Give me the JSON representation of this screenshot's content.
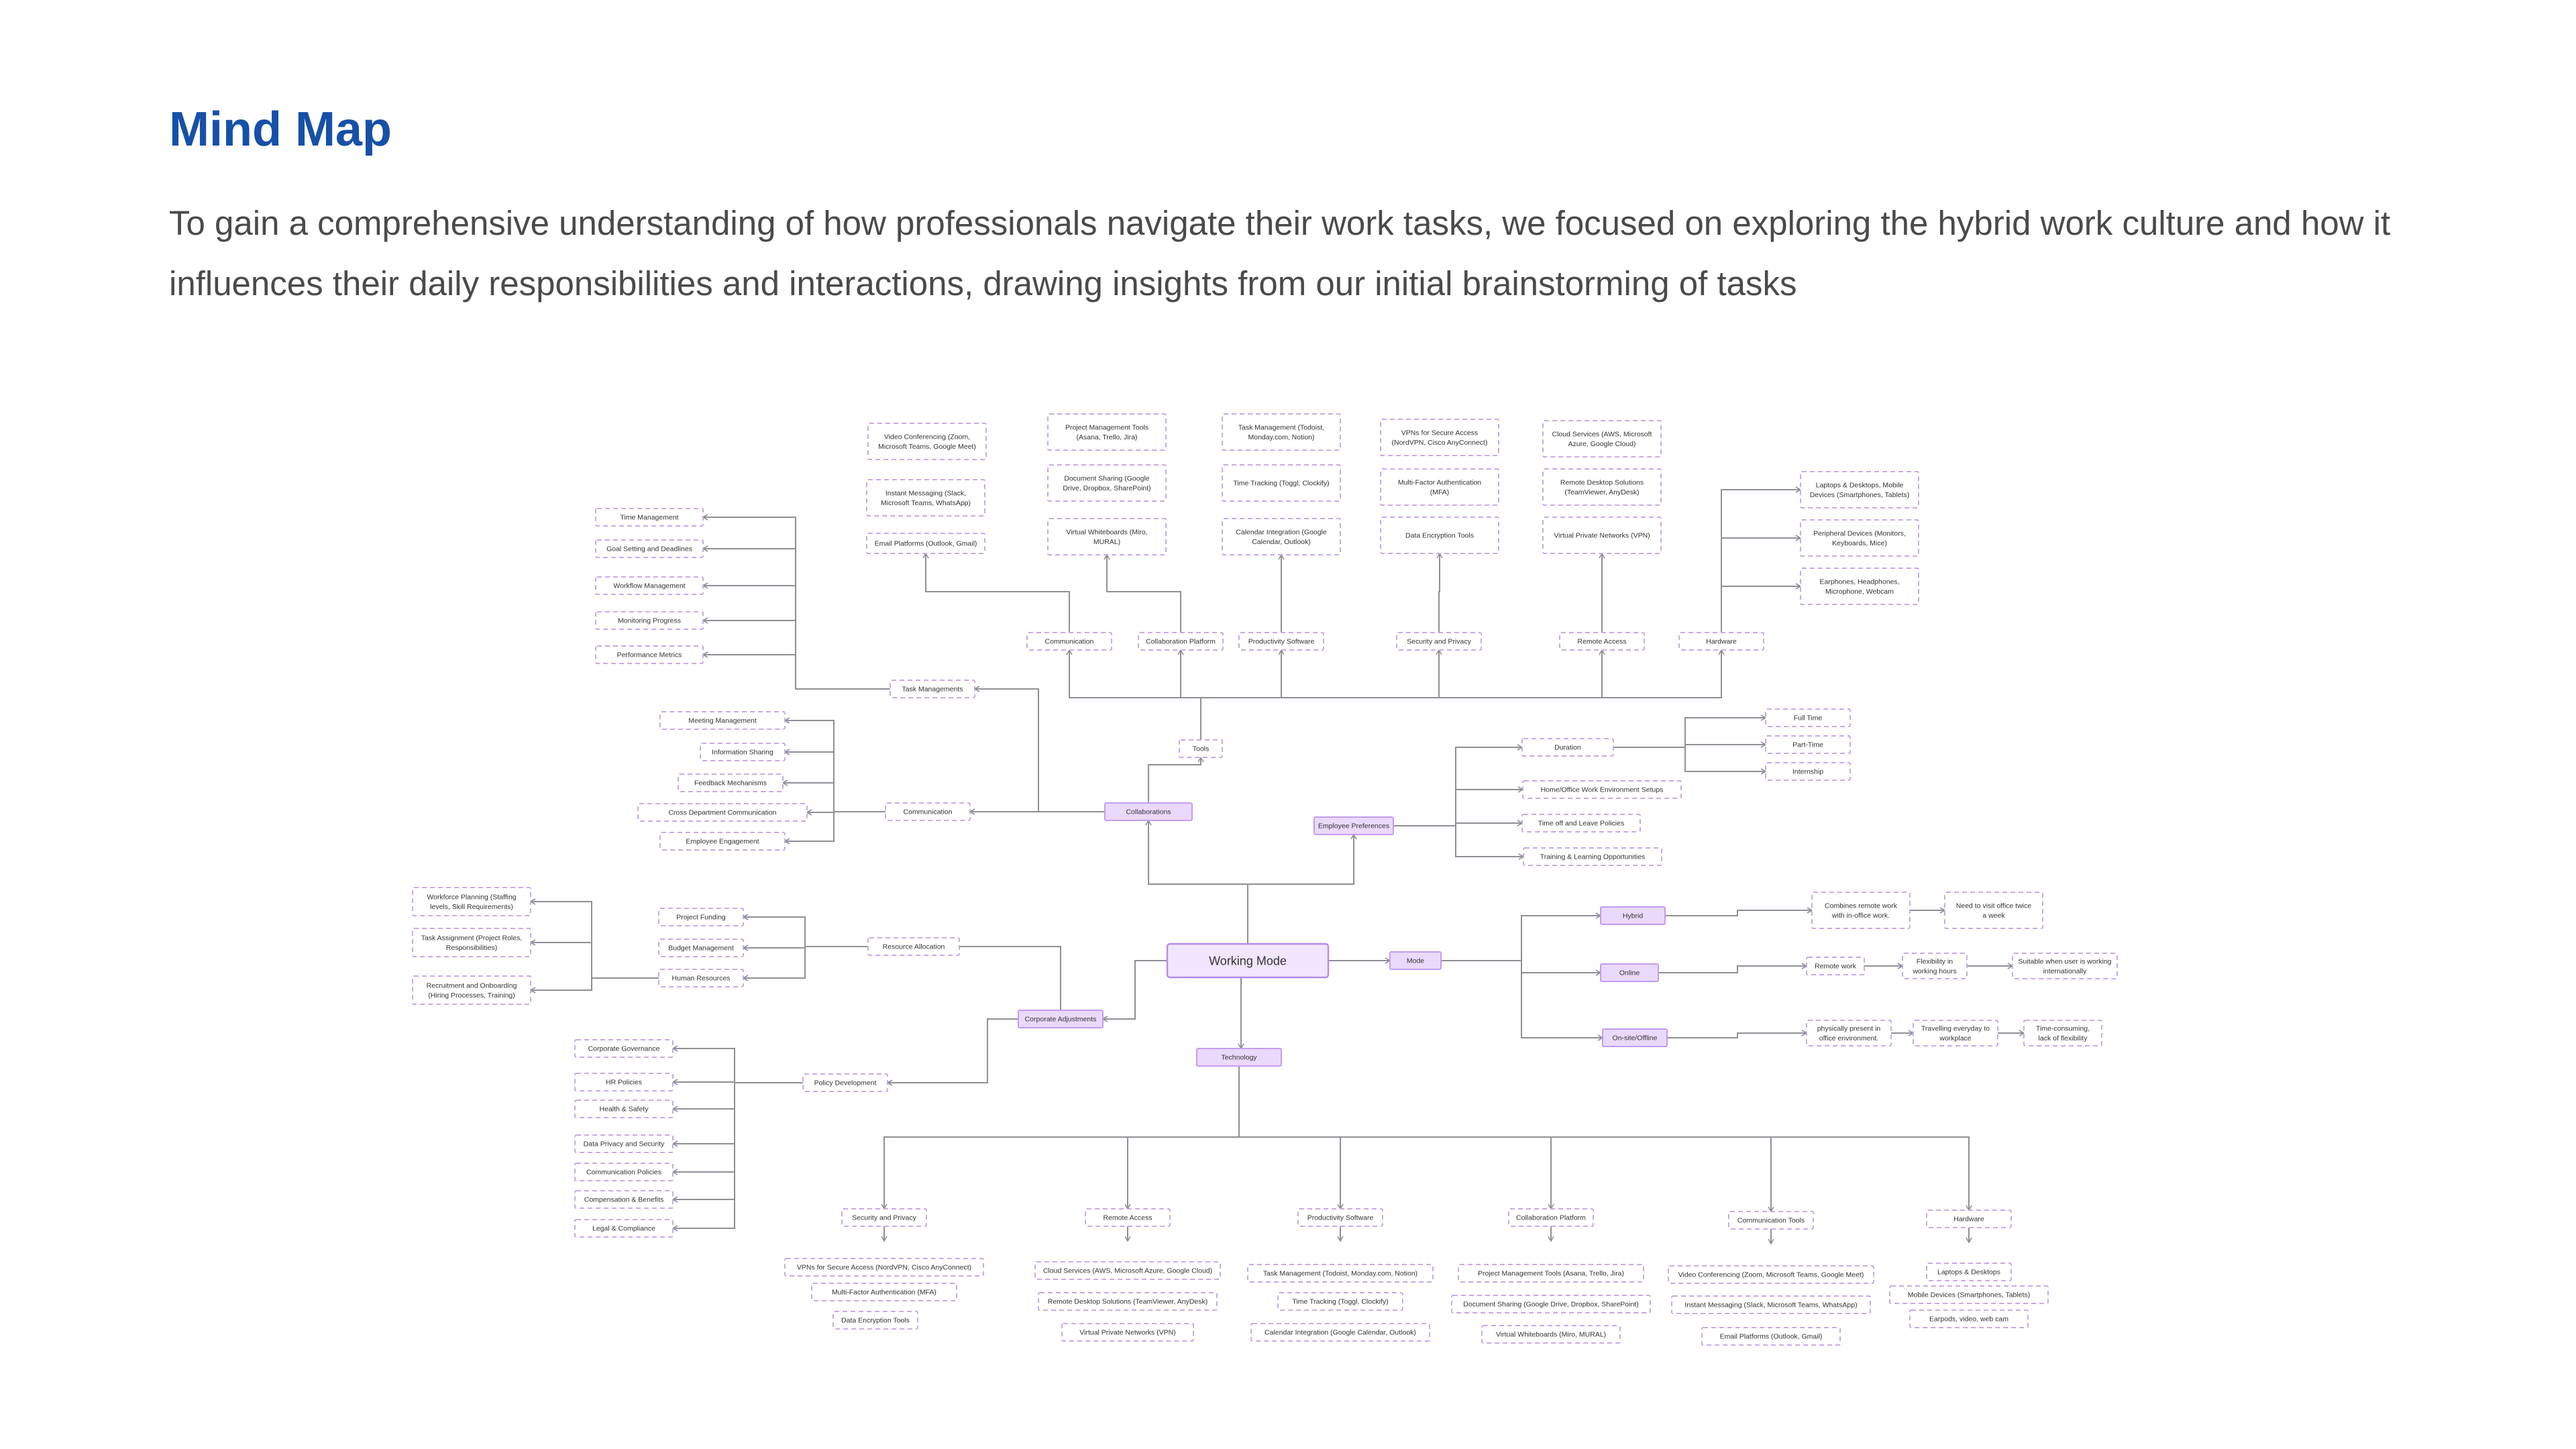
{
  "page": {
    "title": "Mind Map",
    "subtitle": "To gain a comprehensive understanding of how professionals navigate their work tasks, we focused on exploring the hybrid work culture and how it influences their daily responsibilities and interactions, drawing insights from our initial brainstorming of tasks"
  },
  "colors": {
    "title": "#1750a8",
    "highlight_fill": "#ead9fb",
    "node_border": "#c8a9e8",
    "connector": "#8f8f97"
  },
  "mindmap": {
    "center": "Working Mode",
    "nodes": {
      "center": "Working Mode",
      "collab": "Collaborations",
      "emp_pref": "Employee Preferences",
      "mode": "Mode",
      "corp_adj": "Corporate Adjustments",
      "tech": "Technology",
      "tools": "Tools",
      "task_mgmt": "Task Managements",
      "comm": "Communication",
      "t_comm": "Communication",
      "t_collab": "Collaboration Platform",
      "t_prod": "Productivity Software",
      "t_sec": "Security and Privacy",
      "t_remote": "Remote Access",
      "t_hw": "Hardware",
      "t_comm_1": "Video Conferencing (Zoom,\nMicrosoft Teams, Google Meet)",
      "t_comm_2": "Instant Messaging (Slack,\nMicrosoft Teams, WhatsApp)",
      "t_comm_3": "Email Platforms (Outlook, Gmail)",
      "t_collab_1": "Project Management Tools\n(Asana, Trello, Jira)",
      "t_collab_2": "Document Sharing (Google\nDrive, Dropbox, SharePoint)",
      "t_collab_3": "Virtual Whiteboards (Miro,\nMURAL)",
      "t_prod_1": "Task Management (Todoist,\nMonday.com, Notion)",
      "t_prod_2": "Time Tracking (Toggl, Clockify)",
      "t_prod_3": "Calendar Integration (Google\nCalendar, Outlook)",
      "t_sec_1": "VPNs for Secure Access\n(NordVPN, Cisco AnyConnect)",
      "t_sec_2": "Multi-Factor Authentication\n(MFA)",
      "t_sec_3": "Data Encryption Tools",
      "t_remote_1": "Cloud Services (AWS, Microsoft\nAzure, Google Cloud)",
      "t_remote_2": "Remote Desktop Solutions\n(TeamViewer, AnyDesk)",
      "t_remote_3": "Virtual Private Networks (VPN)",
      "t_hw_1": "Laptops & Desktops, Mobile\nDevices (Smartphones, Tablets)",
      "t_hw_2": "Peripheral Devices (Monitors,\nKeyboards, Mice)",
      "t_hw_3": "Earphones, Headphones,\nMicrophone, Webcam",
      "tm_1": "Time Management",
      "tm_2": "Goal Setting and Deadlines",
      "tm_3": "Workflow Management",
      "tm_4": "Monitoring Progress",
      "tm_5": "Performance Metrics",
      "cm_1": "Meeting Management",
      "cm_2": "Information Sharing",
      "cm_3": "Feedback Mechanisms",
      "cm_4": "Cross Department Communication",
      "cm_5": "Employee Engagement",
      "duration": "Duration",
      "d_1": "Full Time",
      "d_2": "Part-Time",
      "d_3": "Internship",
      "ep_2": "Home/Office Work Environment Setups",
      "ep_3": "Time off and Leave Policies",
      "ep_4": "Training & Learning Opportunities",
      "hybrid": "Hybrid",
      "h_1": "Combines remote work\nwith in-office work.",
      "h_2": "Need to visit office twice\na week",
      "online": "Online",
      "o_1": "Remote work",
      "o_2": "Flexibility in\nworking hours",
      "o_3": "Suitable when user is working\ninternationally",
      "onsite": "On-site/Offline",
      "s_1": "physically present in\noffice environment.",
      "s_2": "Travelling everyday to\nworkplace",
      "s_3": "Time-consuming,\nlack of flexibility",
      "res_alloc": "Resource Allocation",
      "ra_1": "Project Funding",
      "ra_2": "Budget Management",
      "ra_3": "Human Resources",
      "hr_1": "Workforce Planning (Staffing\nlevels, Skill Requirements)",
      "hr_2": "Task Assignment (Project Roles,\nResponsibilities)",
      "hr_3": "Recruitment and Onboarding\n(Hiring Processes, Training)",
      "policy": "Policy Development",
      "p_1": "Corporate Governance",
      "p_2": "HR Policies",
      "p_3": "Health & Safety",
      "p_4": "Data Privacy and Security",
      "p_5": "Communication Policies",
      "p_6": "Compensation & Benefits",
      "p_7": "Legal & Compliance",
      "b_sec": "Security and Privacy",
      "b_sec_1": "VPNs for Secure Access (NordVPN, Cisco AnyConnect)",
      "b_sec_2": "Multi-Factor Authentication (MFA)",
      "b_sec_3": "Data Encryption Tools",
      "b_remote": "Remote Access",
      "b_remote_1": "Cloud Services (AWS, Microsoft Azure, Google Cloud)",
      "b_remote_2": "Remote Desktop Solutions (TeamViewer, AnyDesk)",
      "b_remote_3": "Virtual Private Networks (VPN)",
      "b_prod": "Productivity Software",
      "b_prod_1": "Task Management (Todoist, Monday.com, Notion)",
      "b_prod_2": "Time Tracking (Toggl, Clockify)",
      "b_prod_3": "Calendar Integration (Google Calendar, Outlook)",
      "b_collab": "Collaboration Platform",
      "b_collab_1": "Project Management Tools (Asana, Trello, Jira)",
      "b_collab_2": "Document Sharing (Google Drive, Dropbox, SharePoint)",
      "b_collab_3": "Virtual Whiteboards (Miro, MURAL)",
      "b_comm": "Communication Tools",
      "b_comm_1": "Video Conferencing (Zoom, Microsoft Teams, Google Meet)",
      "b_comm_2": "Instant Messaging (Slack, Microsoft Teams, WhatsApp)",
      "b_comm_3": "Email Platforms (Outlook, Gmail)",
      "b_hw": "Hardware",
      "b_hw_1": "Laptops & Desktops",
      "b_hw_2": "Mobile Devices (Smartphones, Tablets)",
      "b_hw_3": "Earpods, video, web cam"
    }
  }
}
